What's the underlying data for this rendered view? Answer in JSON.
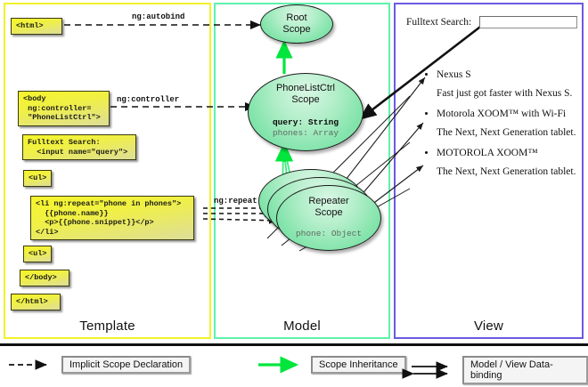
{
  "panels": {
    "template": {
      "label": "Template",
      "border_color": "#f2f22a"
    },
    "model": {
      "label": "Model",
      "border_color": "#5ef2ac"
    },
    "view": {
      "label": "View",
      "border_color": "#6a5ae0"
    }
  },
  "template_boxes": [
    {
      "name": "html-open-box",
      "text": "<html>"
    },
    {
      "name": "body-open-box",
      "text": "<body\n ng:controller=\n \"PhoneListCtrl\">"
    },
    {
      "name": "search-box",
      "text": "Fulltext Search:\n  <input name=\"query\">"
    },
    {
      "name": "ul-open-box",
      "text": "<ul>"
    },
    {
      "name": "li-repeat-box",
      "text": "<li ng:repeat=\"phone in phones\">\n  {{phone.name}}\n  <p>{{phone.snippet}}</p>\n</li>"
    },
    {
      "name": "ul-close-box",
      "text": "<ul>"
    },
    {
      "name": "body-close-box",
      "text": "</body>"
    },
    {
      "name": "html-close-box",
      "text": "</html>"
    }
  ],
  "connector_labels": {
    "autobind": "ng:autobind",
    "controller": "ng:controller",
    "repeat": "ng:repeat"
  },
  "scopes": [
    {
      "name": "root-scope",
      "title_lines": [
        "Root",
        "Scope"
      ],
      "props": []
    },
    {
      "name": "phonelistctrl-scope",
      "title_lines": [
        "PhoneListCtrl",
        "Scope"
      ],
      "props": [
        {
          "text": "query: String",
          "style": "bold"
        },
        {
          "text": "phones: Array",
          "style": "dim"
        }
      ]
    },
    {
      "name": "repeater-scope",
      "title_lines": [
        "Repeater",
        "Scope"
      ],
      "props": [
        {
          "text": "phone: Object",
          "style": "dim"
        }
      ]
    }
  ],
  "view": {
    "search_label": "Fulltext Search:",
    "search_value": "",
    "search_placeholder": "",
    "items": [
      {
        "name": "Nexus S",
        "snippet": "Fast just got faster with Nexus S."
      },
      {
        "name": "Motorola XOOM™  with Wi-Fi",
        "snippet": "The Next, Next Generation tablet."
      },
      {
        "name": "MOTOROLA XOOM™",
        "snippet": "The Next, Next Generation tablet."
      }
    ]
  },
  "legend": [
    {
      "name": "legend-implicit-scope-declaration",
      "label": "Implicit Scope Declaration",
      "marker": "dashed-arrow",
      "color": "#111111"
    },
    {
      "name": "legend-scope-inheritance",
      "label": "Scope Inheritance",
      "marker": "green-arrow",
      "color": "#00e63c"
    },
    {
      "name": "legend-model-view-data-binding",
      "label": "Model / View Data-binding",
      "marker": "double-arrow",
      "color": "#111111"
    }
  ],
  "colors": {
    "template_border": "#f2f22a",
    "model_border": "#5ef2ac",
    "view_border": "#6a5ae0",
    "yellow_box": "#f0f045",
    "scope_green": "#83e4ab",
    "inheritance_green": "#00e63c"
  }
}
